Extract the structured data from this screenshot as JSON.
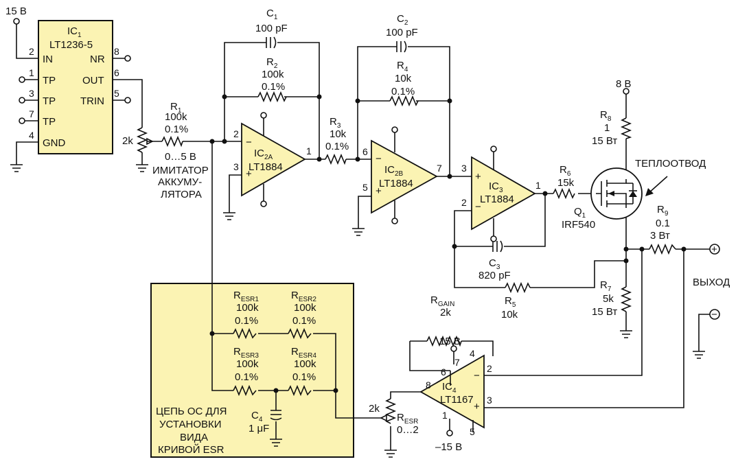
{
  "supply": {
    "v15": "15 В",
    "v8": "8 В",
    "vneg15": "–15 В"
  },
  "ic1": {
    "ref": "IC",
    "sub": "1",
    "part": "LT1236-5",
    "pins": {
      "in": "IN",
      "nr": "NR",
      "out": "OUT",
      "tp": "TP",
      "trin": "TRIN",
      "gnd": "GND"
    },
    "nums": [
      "2",
      "8",
      "1",
      "6",
      "3",
      "5",
      "7",
      "4"
    ]
  },
  "pot_sim": {
    "value": "2k",
    "range": "0…5 В",
    "label": [
      "ИМИТАТОР",
      "АККУМУ-",
      "ЛЯТОРА"
    ]
  },
  "r1": {
    "ref": "R",
    "sub": "1",
    "value": "100k",
    "tol": "0.1%"
  },
  "c1": {
    "ref": "C",
    "sub": "1",
    "value": "100 pF"
  },
  "r2": {
    "ref": "R",
    "sub": "2",
    "value": "100k",
    "tol": "0.1%"
  },
  "ic2a": {
    "ref": "IC",
    "sub": "2A",
    "part": "LT1884",
    "pins": [
      "2",
      "3",
      "1"
    ]
  },
  "r3": {
    "ref": "R",
    "sub": "3",
    "value": "10k",
    "tol": "0.1%"
  },
  "c2": {
    "ref": "C",
    "sub": "2",
    "value": "100 pF"
  },
  "r4": {
    "ref": "R",
    "sub": "4",
    "value": "10k",
    "tol": "0.1%"
  },
  "ic2b": {
    "ref": "IC",
    "sub": "2B",
    "part": "LT1884",
    "pins": [
      "6",
      "5",
      "7"
    ]
  },
  "ic3": {
    "ref": "IC",
    "sub": "3",
    "part": "LT1884",
    "pins": [
      "3",
      "2",
      "1"
    ]
  },
  "r6": {
    "ref": "R",
    "sub": "6",
    "value": "15k"
  },
  "q1": {
    "ref": "Q",
    "sub": "1",
    "part": "IRF540"
  },
  "heatsink": "ТЕПЛООТВОД",
  "r8": {
    "ref": "R",
    "sub": "8",
    "value": "1",
    "power": "15 Вт"
  },
  "r9": {
    "ref": "R",
    "sub": "9",
    "value": "0.1",
    "power": "3 Вт"
  },
  "r7": {
    "ref": "R",
    "sub": "7",
    "value": "5k",
    "power": "15 Вт"
  },
  "c3": {
    "ref": "C",
    "sub": "3",
    "value": "820 pF"
  },
  "r5": {
    "ref": "R",
    "sub": "5",
    "value": "10k"
  },
  "output": "ВЫХОД",
  "signs": {
    "plus": "+",
    "minus": "−"
  },
  "esr_box": {
    "resistors": [
      {
        "ref": "R",
        "sub": "ESR1",
        "value": "100k",
        "tol": "0.1%"
      },
      {
        "ref": "R",
        "sub": "ESR2",
        "value": "100k",
        "tol": "0.1%"
      },
      {
        "ref": "R",
        "sub": "ESR3",
        "value": "100k",
        "tol": "0.1%"
      },
      {
        "ref": "R",
        "sub": "ESR4",
        "value": "100k",
        "tol": "0.1%"
      }
    ],
    "c4": {
      "ref": "C",
      "sub": "4",
      "value": "1 μF"
    },
    "caption": [
      "ЦЕПЬ ОС ДЛЯ",
      "УСТАНОВКИ",
      "ВИДА",
      "КРИВОЙ ESR"
    ]
  },
  "rgain": {
    "ref": "R",
    "sub": "GAIN",
    "value": "2k"
  },
  "ic4": {
    "ref": "IC",
    "sub": "4",
    "part": "LT1167",
    "pins": [
      "6",
      "7",
      "4",
      "8",
      "2",
      "3",
      "1",
      "5"
    ]
  },
  "resr_pot": {
    "value": "2k",
    "ref": "R",
    "sub": "ESR",
    "range": "0…2"
  }
}
